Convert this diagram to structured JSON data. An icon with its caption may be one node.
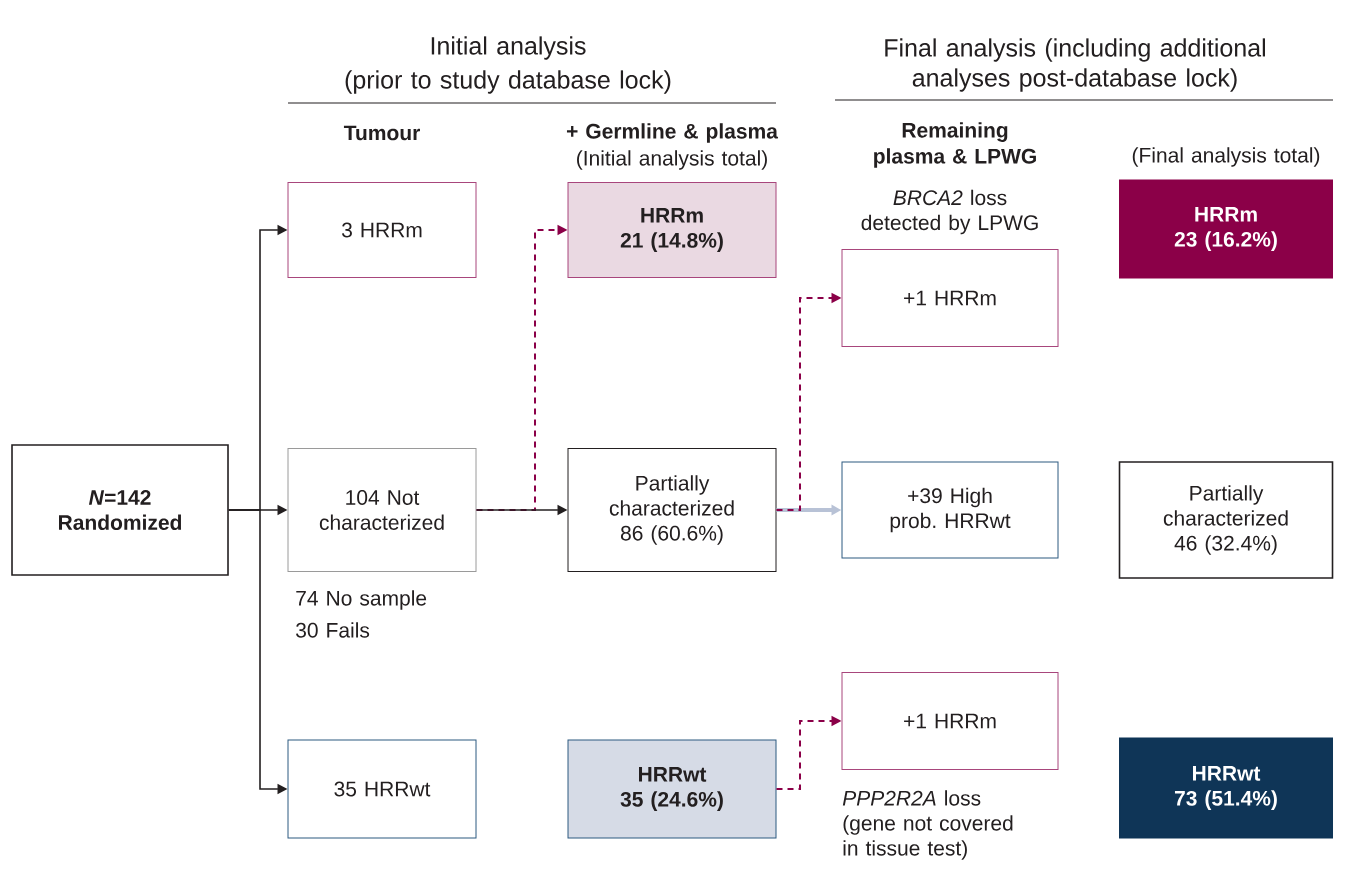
{
  "diagram": {
    "nodes": [
      {
        "text": [
          "*N*=142 Randomized"
        ]
      },
      {
        "text": [
          "3 HRRm"
        ]
      },
      {
        "text": [
          "104 Not characterized"
        ],
        "beside": [
          "74 No sample",
          "30 Fails"
        ]
      },
      {
        "text": [
          "35 HRRwt"
        ]
      },
      {
        "text": [
          "HRRm",
          "21 (14.8%)"
        ]
      },
      {
        "text": [
          "Partially characterized 86 (60.6%)"
        ]
      },
      {
        "text": [
          "HRRwt",
          "35 (24.6%)"
        ]
      },
      {
        "text": [
          "+1 HRRm"
        ],
        "beside": [
          "*BRCA2* loss detected by LPWG"
        ]
      },
      {
        "text": [
          "+39 High prob. HRRwt"
        ]
      },
      {
        "text": [
          "+1 HRRm"
        ],
        "beside": [
          "*PPP2R2A* loss (gene not covered in tissue test)"
        ]
      },
      {
        "text": [
          "HRRm",
          "23 (16.2%)"
        ]
      },
      {
        "text": [
          "Partially characterized 46 (32.4%)"
        ]
      },
      {
        "text": [
          "HRRwt",
          "73 (51.4%)"
        ]
      }
    ],
    "edges": [
      {
        "from": 0,
        "to": 1,
        "arrow": "to"
      },
      {
        "from": 0,
        "to": 2,
        "arrow": "to"
      },
      {
        "from": 0,
        "to": 3,
        "arrow": "to"
      },
      {
        "from": 2,
        "to": 5,
        "arrow": "to"
      },
      {
        "from": 2,
        "to": 4,
        "arrow": "to",
        "style": "dashed",
        "color": "#8b0048"
      },
      {
        "from": 5,
        "to": 8,
        "arrow": "to",
        "style": "thick",
        "color": "#b8c2d6"
      },
      {
        "from": 5,
        "to": 7,
        "arrow": "to",
        "style": "dashed",
        "color": "#8b0048"
      },
      {
        "from": 6,
        "to": 9,
        "arrow": "to",
        "style": "dashed",
        "color": "#8b0048"
      }
    ],
    "labels": [
      "Initial analysis",
      "(prior to study database lock)",
      "Final analysis (including additional analyses post-database lock)",
      "Tumour",
      "+ Germline & plasma",
      "(Initial analysis total)",
      "Remaining plasma & LPWG",
      "(Final analysis total)"
    ]
  }
}
